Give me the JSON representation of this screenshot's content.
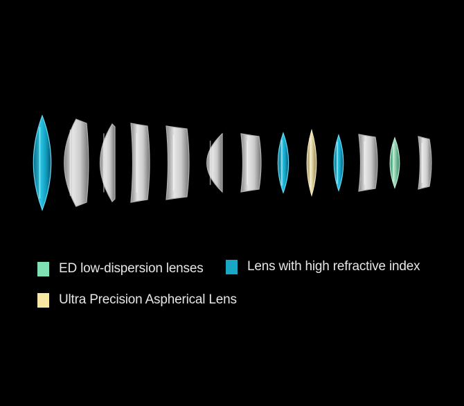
{
  "legend": {
    "ed": {
      "label": "ED low-dispersion lenses",
      "color": "#7fe0b4"
    },
    "high_index": {
      "label": "Lens with high refractive index",
      "color": "#18a8c6"
    },
    "aspherical": {
      "label": "Ultra Precision Aspherical Lens",
      "color": "#f6e7a3"
    }
  },
  "lens_elements": [
    {
      "kind": "high_index"
    },
    {
      "kind": "clear"
    },
    {
      "kind": "clear"
    },
    {
      "kind": "clear"
    },
    {
      "kind": "clear"
    },
    {
      "kind": "clear"
    },
    {
      "kind": "clear"
    },
    {
      "kind": "high_index"
    },
    {
      "kind": "aspherical"
    },
    {
      "kind": "high_index"
    },
    {
      "kind": "clear"
    },
    {
      "kind": "ed"
    },
    {
      "kind": "clear"
    }
  ]
}
